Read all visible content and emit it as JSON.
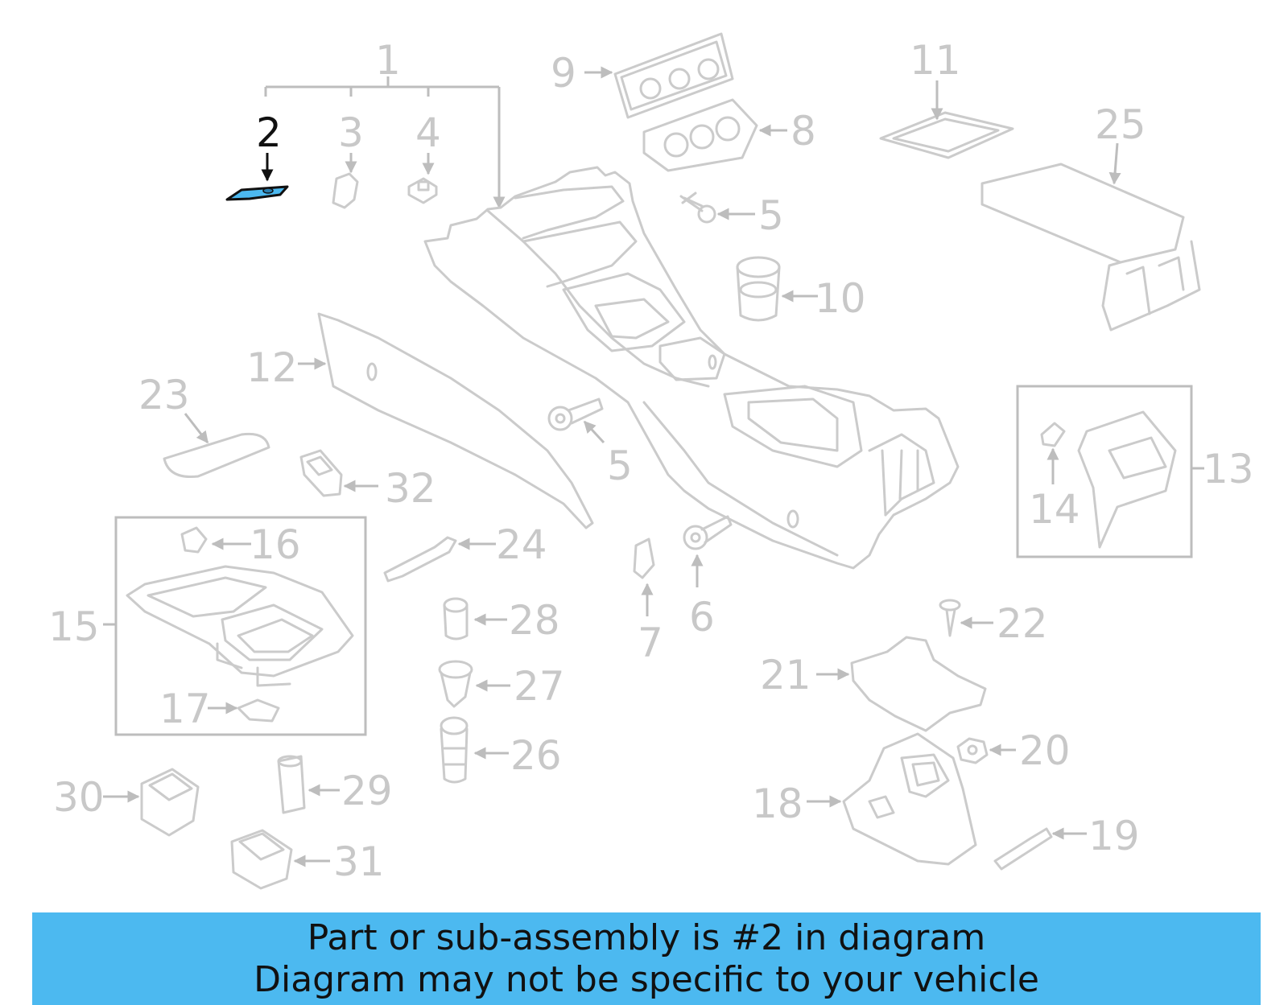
{
  "diagram": {
    "highlight_color": "#4cb9f0",
    "callouts": [
      {
        "id": "1",
        "text": "1"
      },
      {
        "id": "2",
        "text": "2"
      },
      {
        "id": "3",
        "text": "3"
      },
      {
        "id": "4",
        "text": "4"
      },
      {
        "id": "5a",
        "text": "5"
      },
      {
        "id": "5b",
        "text": "5"
      },
      {
        "id": "6",
        "text": "6"
      },
      {
        "id": "7",
        "text": "7"
      },
      {
        "id": "8",
        "text": "8"
      },
      {
        "id": "9",
        "text": "9"
      },
      {
        "id": "10",
        "text": "10"
      },
      {
        "id": "11",
        "text": "11"
      },
      {
        "id": "12",
        "text": "12"
      },
      {
        "id": "13",
        "text": "13"
      },
      {
        "id": "14",
        "text": "14"
      },
      {
        "id": "15",
        "text": "15"
      },
      {
        "id": "16",
        "text": "16"
      },
      {
        "id": "17",
        "text": "17"
      },
      {
        "id": "18",
        "text": "18"
      },
      {
        "id": "19",
        "text": "19"
      },
      {
        "id": "20",
        "text": "20"
      },
      {
        "id": "21",
        "text": "21"
      },
      {
        "id": "22",
        "text": "22"
      },
      {
        "id": "23",
        "text": "23"
      },
      {
        "id": "24",
        "text": "24"
      },
      {
        "id": "25",
        "text": "25"
      },
      {
        "id": "26",
        "text": "26"
      },
      {
        "id": "27",
        "text": "27"
      },
      {
        "id": "28",
        "text": "28"
      },
      {
        "id": "29",
        "text": "29"
      },
      {
        "id": "30",
        "text": "30"
      },
      {
        "id": "31",
        "text": "31"
      },
      {
        "id": "32",
        "text": "32"
      }
    ]
  },
  "banner": {
    "line1": "Part or sub-assembly is #2 in diagram",
    "line2": "Diagram may not be specific to your vehicle",
    "color": "#4cb9f0"
  }
}
